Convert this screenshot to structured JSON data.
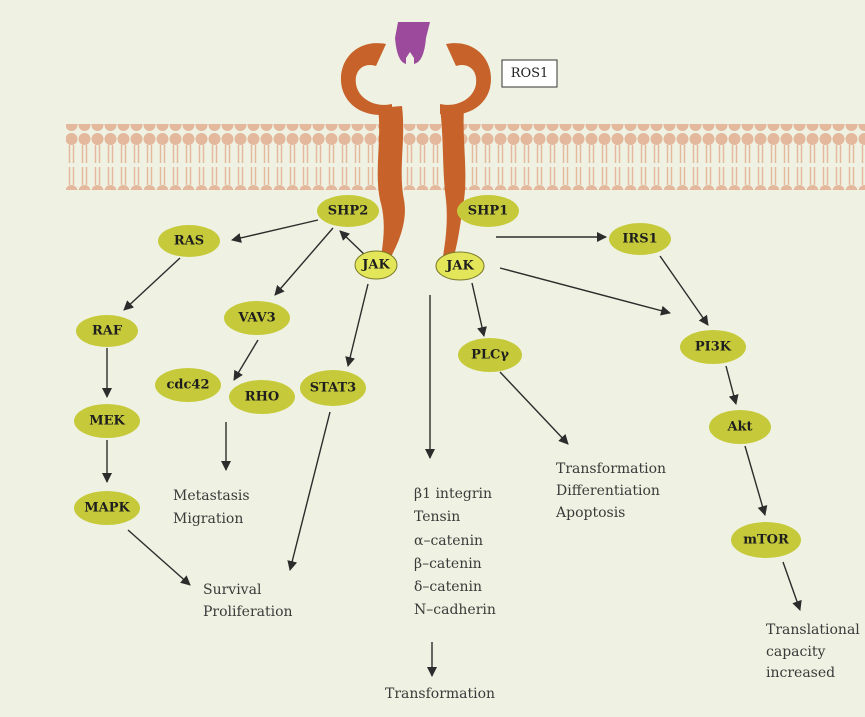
{
  "receptor": {
    "name": "ROS1"
  },
  "nodes": {
    "shp2": "SHP2",
    "shp1": "SHP1",
    "jak_left": "JAK",
    "jak_right": "JAK",
    "ras": "RAS",
    "raf": "RAF",
    "mek": "MEK",
    "mapk": "MAPK",
    "vav3": "VAV3",
    "cdc42": "cdc42",
    "rho": "RHO",
    "stat3": "STAT3",
    "plcg": "PLCγ",
    "irs1": "IRS1",
    "pi3k": "PI3K",
    "akt": "Akt",
    "mtor": "mTOR"
  },
  "outcomes": {
    "metastasis": [
      "Metastasis",
      "Migration"
    ],
    "survival": [
      "Survival",
      "Proliferation"
    ],
    "adhesion": [
      "β1 integrin",
      "Tensin",
      "α–catenin",
      "β–catenin",
      "δ–catenin",
      "N–cadherin"
    ],
    "transformation_bottom": "Transformation",
    "plc_outcomes": [
      "Transformation",
      "Differentiation",
      "Apoptosis"
    ],
    "translational": [
      "Translational",
      "capacity",
      "increased"
    ]
  },
  "colors": {
    "background": "#eff2e2",
    "membrane": "#e3b89c",
    "receptor": "#c6622a",
    "ligand": "#9b4a9c",
    "node_fill": "#c6ca3a",
    "jak_fill": "#e4e65a"
  }
}
